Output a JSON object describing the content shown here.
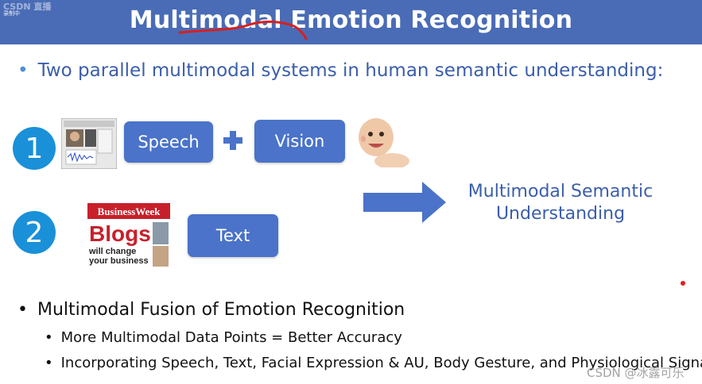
{
  "header": {
    "title": "Multimodal Emotion Recognition",
    "logo_text": "CSDN 直播",
    "logo_sub": "录制中"
  },
  "bullet_main": "Two parallel multimodal systems in human semantic understanding:",
  "systems": {
    "one": {
      "number": "1",
      "speech_label": "Speech",
      "vision_label": "Vision"
    },
    "two": {
      "number": "2",
      "text_label": "Text"
    }
  },
  "magazine": {
    "masthead": "BusinessWeek",
    "headline": "Blogs",
    "tagline_1": "will change",
    "tagline_2": "your business"
  },
  "result_label": "Multimodal Semantic Understanding",
  "fusion": {
    "heading": "Multimodal Fusion of Emotion Recognition",
    "items": [
      "More Multimodal Data Points = Better Accuracy",
      "Incorporating Speech, Text, Facial Expression & AU, Body Gesture, and Physiological Signal"
    ]
  },
  "watermark": "CSDN @冰露可乐",
  "colors": {
    "header_bg": "#4a6cb6",
    "box_bg": "#4a73c9",
    "circle_bg": "#1a90d8",
    "title_text": "#3b5eaa",
    "scribble": "#d62020"
  }
}
